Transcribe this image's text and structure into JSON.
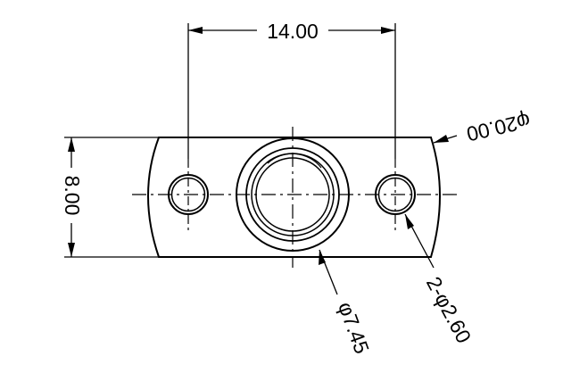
{
  "drawing": {
    "dimension_width": "14.00",
    "dimension_height": "8.00",
    "dimension_arc": "φ20.00",
    "dimension_center_hole": "φ7.45",
    "dimension_side_holes": "2-φ2.60"
  },
  "colors": {
    "line": "#000000",
    "background": "#ffffff"
  }
}
